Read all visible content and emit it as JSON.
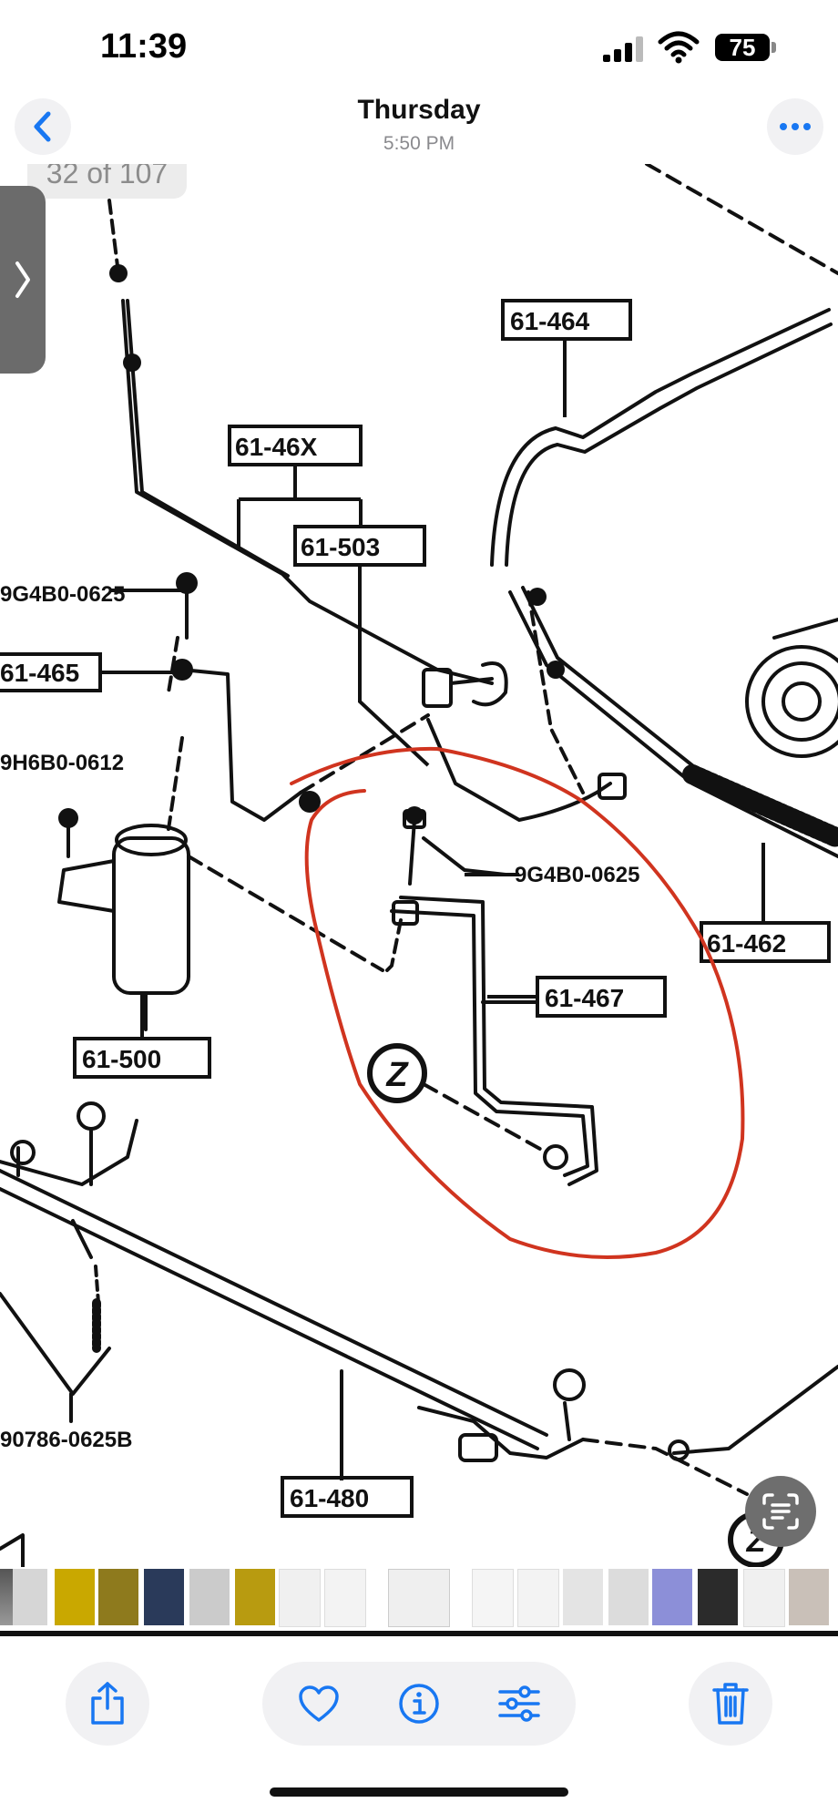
{
  "status_bar": {
    "time": "11:39",
    "battery": "75"
  },
  "nav": {
    "title": "Thursday",
    "subtitle": "5:50 PM"
  },
  "counter": "32 of 107",
  "diagram": {
    "part_labels": {
      "p61_464": "61-464",
      "p61_46x": "61-46X",
      "p61_503": "61-503",
      "p9g4b0_0625_a": "9G4B0-0625",
      "p61_465": "61-465",
      "p9h6b0_0612": "9H6B0-0612",
      "p9g4b0_0625_b": "9G4B0-0625",
      "p61_462": "61-462",
      "p61_467": "61-467",
      "p61_500": "61-500",
      "p90786_0625b": "90786-0625B",
      "p61_480": "61-480"
    },
    "z_marker": "Z",
    "annotation_color": "#d0341f"
  },
  "icons": {
    "back": "chevron-left-icon",
    "more": "ellipsis-icon",
    "share": "share-icon",
    "favorite": "heart-icon",
    "info": "info-icon",
    "adjust": "sliders-icon",
    "delete": "trash-icon",
    "live_text": "live-text-icon"
  },
  "colors": {
    "accent": "#1877f2",
    "ink": "#111111"
  }
}
